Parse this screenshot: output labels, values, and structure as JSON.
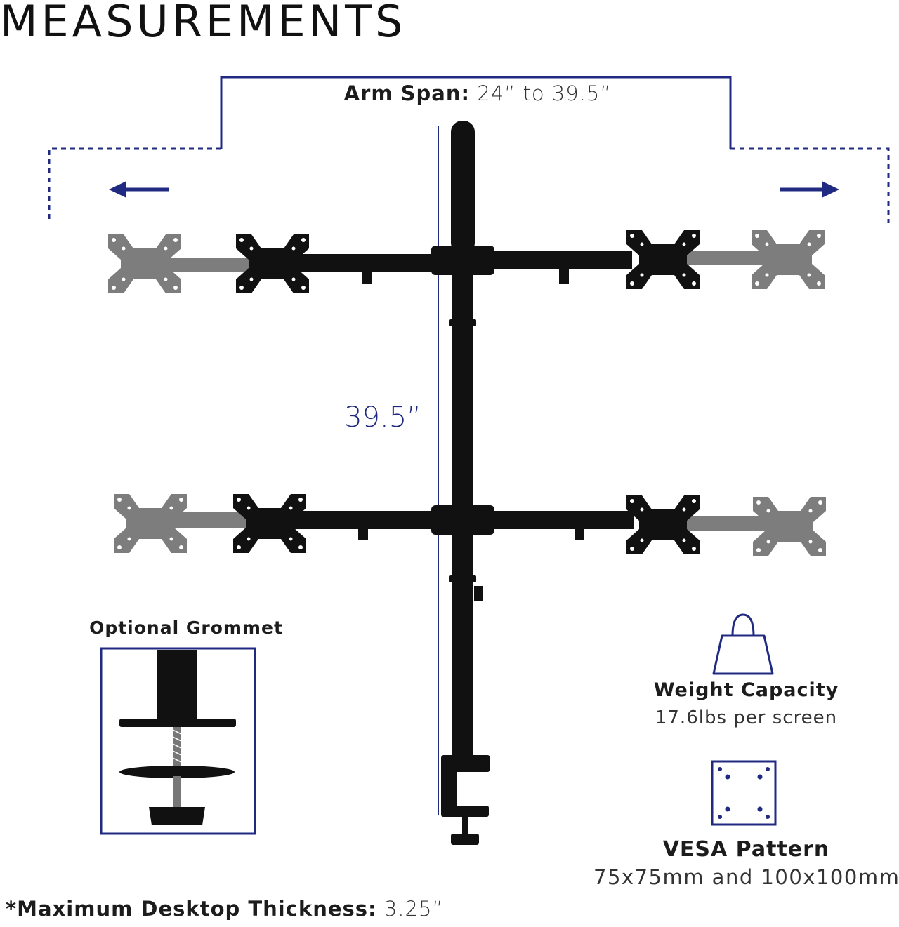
{
  "title": "MEASUREMENTS",
  "arm_span": {
    "label": "Arm Span:",
    "value": "24” to 39.5”"
  },
  "pole_height": "39.5”",
  "grommet": {
    "label": "Optional Grommet"
  },
  "weight_capacity": {
    "label": "Weight Capacity",
    "value": "17.6lbs per screen",
    "icon": "weight-icon"
  },
  "vesa": {
    "label": "VESA Pattern",
    "value": "75x75mm and 100x100mm",
    "icon": "vesa-pattern-icon"
  },
  "desktop_thickness": {
    "label": "*Maximum Desktop Thickness:",
    "value": "3.25”"
  },
  "colors": {
    "accent": "#1f2a80",
    "mount": "#111111",
    "mount_ghost": "#7d7d7d",
    "text": "#1c1c1c"
  }
}
